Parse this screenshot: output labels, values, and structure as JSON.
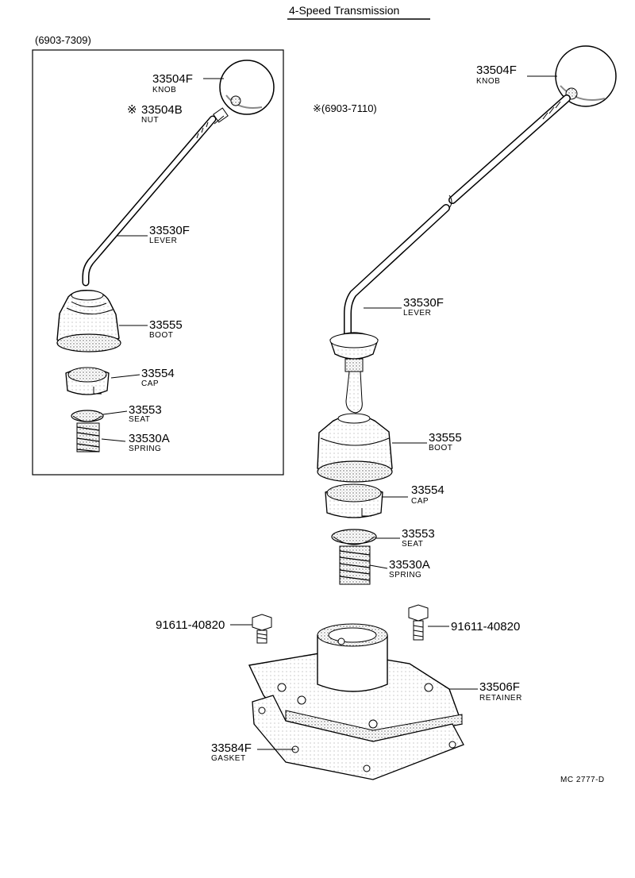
{
  "title": "4-Speed Transmission",
  "diagram_code": "MC 2777-D",
  "inset": {
    "range": "(6903-7309)",
    "parts": {
      "knob": {
        "number": "33504F",
        "name": "KNOB"
      },
      "nut": {
        "mark": "※",
        "number": "33504B",
        "name": "NUT"
      },
      "lever": {
        "number": "33530F",
        "name": "LEVER"
      },
      "boot": {
        "number": "33555",
        "name": "BOOT"
      },
      "cap": {
        "number": "33554",
        "name": "CAP"
      },
      "seat": {
        "number": "33553",
        "name": "SEAT"
      },
      "spring": {
        "number": "33530A",
        "name": "SPRING"
      }
    }
  },
  "main": {
    "note": "※(6903-7110)",
    "parts": {
      "knob": {
        "number": "33504F",
        "name": "KNOB"
      },
      "lever": {
        "number": "33530F",
        "name": "LEVER"
      },
      "boot": {
        "number": "33555",
        "name": "BOOT"
      },
      "cap": {
        "number": "33554",
        "name": "CAP"
      },
      "seat": {
        "number": "33553",
        "name": "SEAT"
      },
      "spring": {
        "number": "33530A",
        "name": "SPRING"
      },
      "bolt_left": {
        "number": "91611-40820"
      },
      "bolt_right": {
        "number": "91611-40820"
      },
      "retainer": {
        "number": "33506F",
        "name": "RETAINER"
      },
      "gasket": {
        "number": "33584F",
        "name": "GASKET"
      }
    }
  }
}
